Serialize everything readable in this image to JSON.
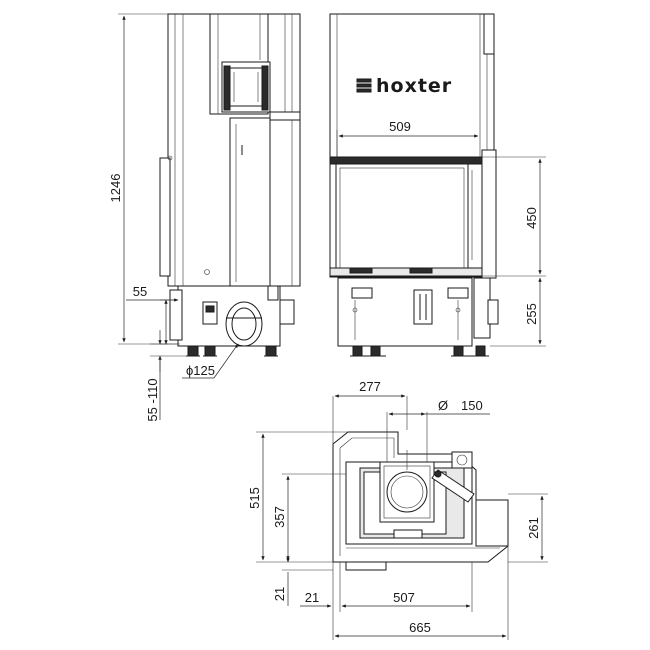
{
  "brand": {
    "name": "hoxter",
    "logo_icon": "hoxter-logo-icon"
  },
  "side_view": {
    "height_total": "1246",
    "offset_55": "55",
    "feet_range": "55 -110",
    "duct_diameter": "ϕ125"
  },
  "front_view": {
    "door_width": "509",
    "door_height": "450",
    "base_height": "255"
  },
  "top_view": {
    "offset_277": "277",
    "flue_diameter_symbol": "Ø",
    "flue_diameter": "150",
    "depth_515": "515",
    "depth_357": "357",
    "side_261": "261",
    "edge_21_left": "21",
    "edge_21_bottom": "21",
    "width_507": "507",
    "width_665": "665"
  }
}
